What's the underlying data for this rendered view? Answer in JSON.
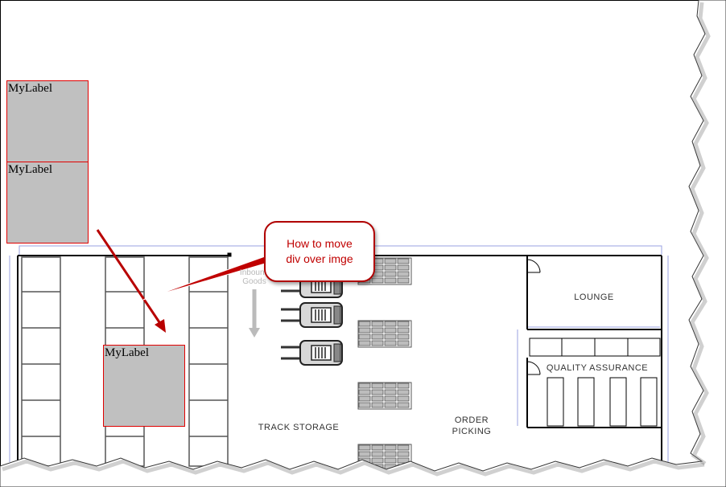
{
  "labels": [
    "MyLabel",
    "MyLabel",
    "MyLabel"
  ],
  "callout": {
    "line1": "How to move",
    "line2": "div over imge"
  },
  "floorplan": {
    "inbound_line1": "Inbound",
    "inbound_line2": "Goods",
    "lounge": "LOUNGE",
    "quality_assurance": "QUALITY ASSURANCE",
    "track_storage": "TRACK STORAGE",
    "order_line1": "ORDER",
    "order_line2": "PICKING"
  },
  "colors": {
    "label_fill": "#c0c0c0",
    "label_border": "#e00000",
    "annotation_red": "#c00000",
    "floorplan_line": "#000000",
    "dimension_line": "#9aa0e0"
  }
}
